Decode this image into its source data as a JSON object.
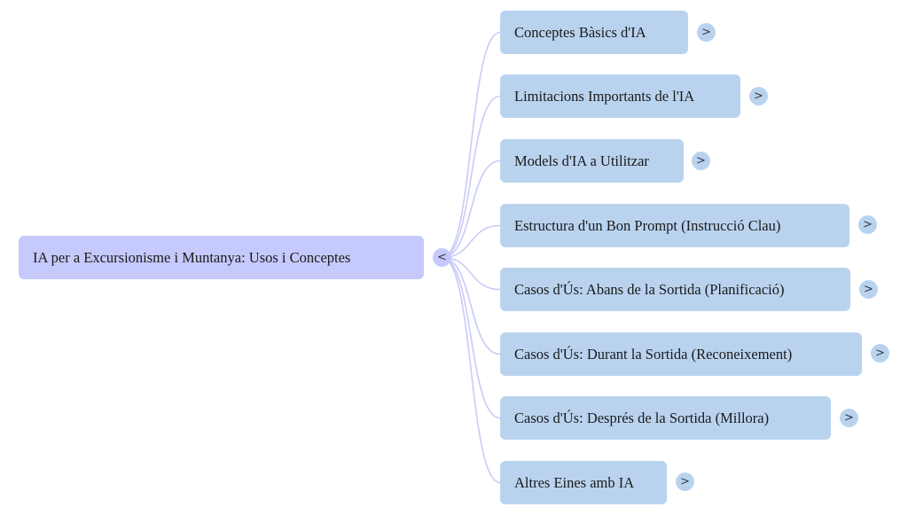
{
  "mindmap": {
    "colors": {
      "root_fill": "#c5c9fb",
      "child_fill": "#b9d3ef",
      "link_stroke": "#c9cbf6",
      "toggle_root_fill": "#c5c9fb",
      "toggle_child_fill": "#b9d3ef"
    },
    "root": {
      "label": "IA per a Excursionisme i Muntanya: Usos i Conceptes",
      "toggle_icon": "collapse-left-chevron",
      "toggle_glyph": "<"
    },
    "children": [
      {
        "label": "Conceptes Bàsics d'IA",
        "toggle_icon": "expand-right-chevron",
        "toggle_glyph": ">"
      },
      {
        "label": "Limitacions Importants de l'IA",
        "toggle_icon": "expand-right-chevron",
        "toggle_glyph": ">"
      },
      {
        "label": "Models d'IA a Utilitzar",
        "toggle_icon": "expand-right-chevron",
        "toggle_glyph": ">"
      },
      {
        "label": "Estructura d'un Bon Prompt (Instrucció Clau)",
        "toggle_icon": "expand-right-chevron",
        "toggle_glyph": ">"
      },
      {
        "label": "Casos d'Ús: Abans de la Sortida (Planificació)",
        "toggle_icon": "expand-right-chevron",
        "toggle_glyph": ">"
      },
      {
        "label": "Casos d'Ús: Durant la Sortida (Reconeixement)",
        "toggle_icon": "expand-right-chevron",
        "toggle_glyph": ">"
      },
      {
        "label": "Casos d'Ús: Després de la Sortida (Millora)",
        "toggle_icon": "expand-right-chevron",
        "toggle_glyph": ">"
      },
      {
        "label": "Altres Eines amb IA",
        "toggle_icon": "expand-right-chevron",
        "toggle_glyph": ">"
      }
    ]
  }
}
